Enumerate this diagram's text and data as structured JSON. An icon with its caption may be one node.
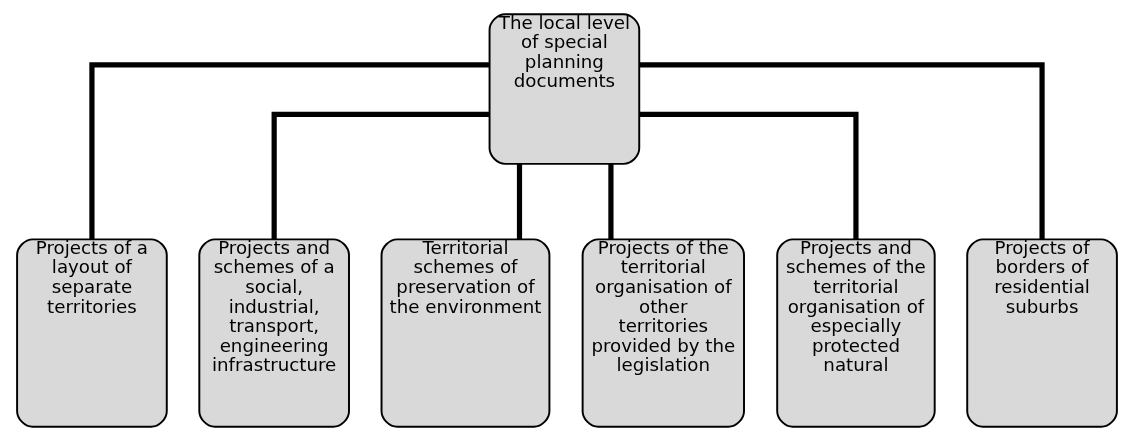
{
  "diagram": {
    "nodes": [
      {
        "text": [
          "The local level of special planning documents"
        ]
      },
      {
        "text": [
          "Projects of a layout of separate territories"
        ]
      },
      {
        "text": [
          "Projects and schemes of a social, industrial, transport, engineering infrastructure"
        ]
      },
      {
        "text": [
          "Territorial schemes of preservation of the environment"
        ]
      },
      {
        "text": [
          "Projects of the territorial organisation of other territories provided by the legislation"
        ]
      },
      {
        "text": [
          "Projects and schemes of the territorial organisation of especially protected natural"
        ]
      },
      {
        "text": [
          "Projects of borders of residential suburbs"
        ]
      }
    ],
    "edges": [
      {
        "from": 0,
        "to": 1,
        "arrow": "none"
      },
      {
        "from": 0,
        "to": 2,
        "arrow": "none"
      },
      {
        "from": 0,
        "to": 3,
        "arrow": "none"
      },
      {
        "from": 0,
        "to": 4,
        "arrow": "none"
      },
      {
        "from": 0,
        "to": 5,
        "arrow": "none"
      },
      {
        "from": 0,
        "to": 6,
        "arrow": "none"
      }
    ]
  }
}
